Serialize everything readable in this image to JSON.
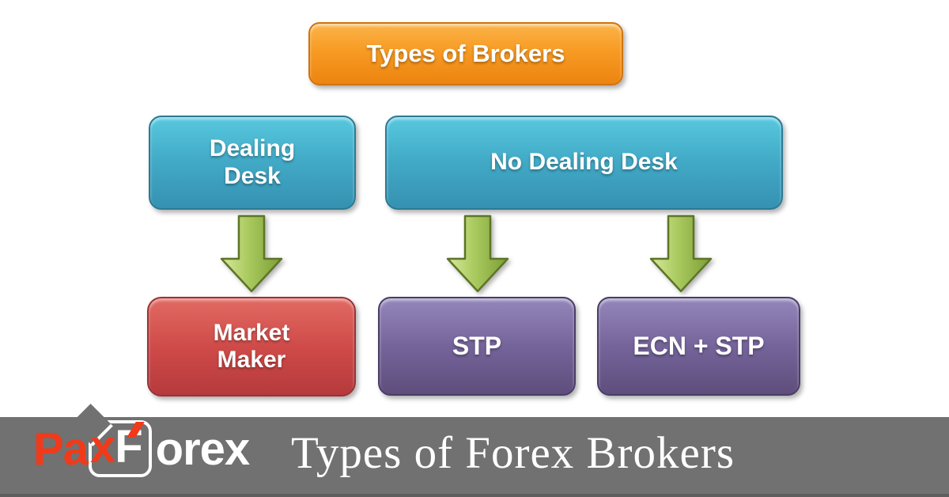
{
  "diagram": {
    "root": {
      "label": "Types of Brokers"
    },
    "children": [
      {
        "label": "Dealing Desk",
        "children": [
          {
            "label": "Market Maker"
          }
        ]
      },
      {
        "label": "No Dealing Desk",
        "children": [
          {
            "label": "STP"
          },
          {
            "label": "ECN + STP"
          }
        ]
      }
    ]
  },
  "banner": {
    "logo": {
      "prefix": "Pa",
      "boxed_red": "x",
      "boxed_white": "F",
      "suffix": "orex"
    },
    "title": "Types of Forex Brokers"
  },
  "colors": {
    "root_box": "#f79b23",
    "branch_box": "#41a9c6",
    "market_maker_box": "#cf4b49",
    "stp_box": "#75649a",
    "arrow_green": "#9cc14f",
    "banner_bg": "#717171",
    "logo_red": "#f13a1a",
    "label_text": "#ffffff"
  }
}
